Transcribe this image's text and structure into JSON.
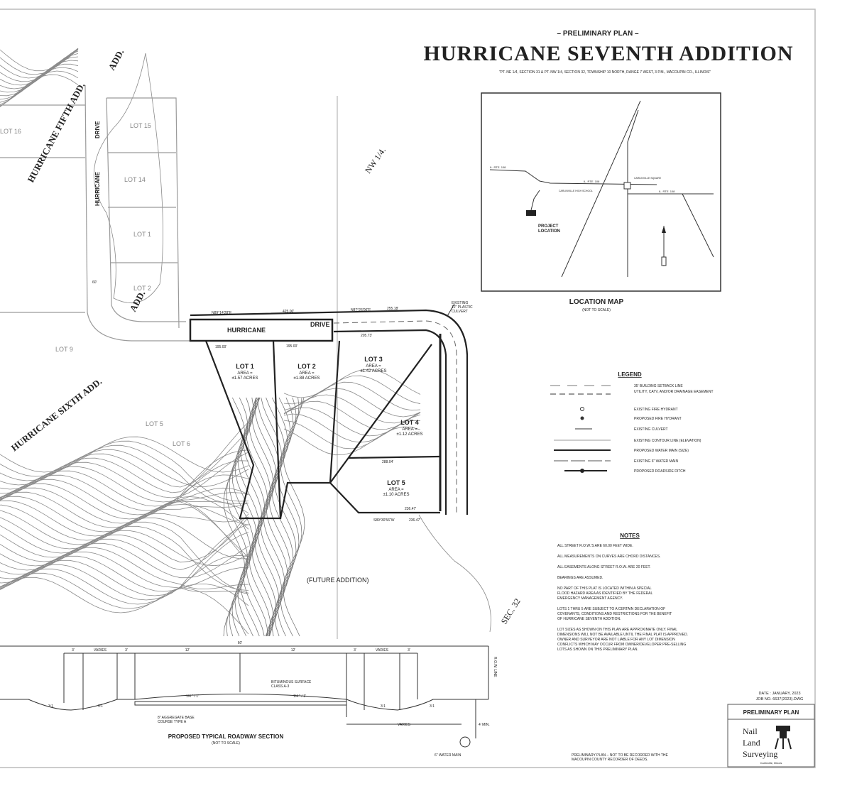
{
  "header": {
    "kicker": "– PRELIMINARY PLAN –",
    "title": "HURRICANE SEVENTH ADDITION",
    "subtitle": "\"PT. NE 1/4, SECTION 31 & PT. NW 1/4, SECTION 32, TOWNSHIP 10 NORTH, RANGE 7 WEST, 3 P.M., MACOUPIN CO., ILLINOIS\""
  },
  "plan": {
    "quarter_label": "NW 1/4.",
    "section_label": "SEC. 32",
    "fifth_add": "HURRICANE      FIFTH      ADD.",
    "sixth_add": "HURRICANE      SIXTH      ADD.",
    "fifth_add_tail": "ADD.",
    "sixth_add_tail": "ADD.",
    "drive_name_vertical": [
      "HURRICANE",
      "DRIVE"
    ],
    "drive_name_horizontal": [
      "HURRICANE",
      "DRIVE"
    ],
    "existing_lots": [
      "LOT 16",
      "LOT 15",
      "LOT 14",
      "LOT 1",
      "LOT 2",
      "LOT 9",
      "LOT 5",
      "LOT 6"
    ],
    "new_lots": [
      {
        "name": "LOT 1",
        "area_label": "AREA =",
        "area": "±1.57 ACRES"
      },
      {
        "name": "LOT 2",
        "area_label": "AREA =",
        "area": "±1.88 ACRES"
      },
      {
        "name": "LOT 3",
        "area_label": "AREA =",
        "area": "±1.42 ACRES"
      },
      {
        "name": "LOT 4",
        "area_label": "AREA =",
        "area": "±1.12 ACRES"
      },
      {
        "name": "LOT 5",
        "area_label": "AREA =",
        "area": "±1.10 ACRES"
      }
    ],
    "future_addition": "(FUTURE ADDITION)",
    "culvert_note": [
      "EXISTING",
      "12\" PLASTIC",
      "CULVERT"
    ],
    "dimensions": [
      "N89°14'28\"E",
      "425.00'",
      "N87°26'06\"E",
      "255.18'",
      "195.00'",
      "195.00'",
      "205.73'",
      "288.04'",
      "236.47'",
      "S89°30'56\"W",
      "236.47'",
      "60'"
    ]
  },
  "location_map": {
    "title": "LOCATION MAP",
    "subtitle": "(NOT TO SCALE)",
    "project_label": [
      "PROJECT",
      "LOCATION"
    ],
    "labels": [
      "IL. RTE. 108",
      "IL. RTE. 108",
      "IL. RTE. 108",
      "CARLINVILLE HIGH SCHOOL",
      "CARLINVILLE SQUARE"
    ]
  },
  "legend": {
    "title": "LEGEND",
    "items": [
      "35' BUILDING SETBACK LINE",
      "UTILITY, CATV, AND/OR DRAINAGE EASEMENT",
      "EXISTING FIRE HYDRANT",
      "PROPOSED FIRE HYDRANT",
      "EXISTING CULVERT",
      "EXISTING CONTOUR LINE (ELEVATION)",
      "PROPOSED WATER MAIN (SIZE)",
      "EXISTING 6\" WATER MAIN",
      "PROPOSED ROADSIDE DITCH"
    ]
  },
  "notes": {
    "title": "NOTES",
    "items": [
      [
        "ALL STREET R.O.W.'S ARE 60.00 FEET WIDE."
      ],
      [
        "ALL MEASUREMENTS ON CURVES ARE CHORD DISTANCES."
      ],
      [
        "ALL EASEMENTS ALONG STREET R.O.W. ARE 20 FEET."
      ],
      [
        "BEARINGS ARE ASSUMED."
      ],
      [
        "NO PART OF THIS PLAT IS LOCATED WITHIN A SPECIAL",
        "FLOOD HAZARD AREA AS IDENTIFIED BY THE FEDERAL",
        "EMERGENCY MANAGEMENT AGENCY."
      ],
      [
        "LOTS 1 THRU 5 ARE SUBJECT TO A CERTAIN DECLARATION OF",
        "COVENANTS, CONDITIONS AND RESTRICTIONS FOR THE BENEFIT",
        "OF HURRICANE SEVENTH ADDITION."
      ],
      [
        "LOT SIZES AS SHOWN ON THIS PLAN ARE APPROXIMATE ONLY.  FINAL",
        "DIMENSIONS WILL NOT BE AVAILABLE UNTIL THE FINAL PLAT IS APPROVED.",
        "OWNER AND SURVEYOR ARE NOT LIABLE FOR ANY LOT DIMENSION",
        "CONFLICTS WHICH MAY OCCUR FROM OWNER/DEVELOPER PRE-SELLING",
        "LOTS AS SHOWN ON THIS PRELIMINARY PLAN."
      ]
    ]
  },
  "roadway_section": {
    "title": "PROPOSED TYPICAL ROADWAY SECTION",
    "subtitle": "(NOT TO SCALE)",
    "overall": "60'",
    "segments": [
      "3'",
      "VARIES",
      "3'",
      "12'",
      "12'",
      "3'",
      "VARIES",
      "3'"
    ],
    "slopes": [
      "3:1",
      "3:1",
      "3:1",
      "3:1"
    ],
    "crown": [
      "1/4 \" / 1'",
      "1/4 \" / 1'"
    ],
    "surface_note": [
      "BITUMINOUS SURFACE",
      "CLASS A-3"
    ],
    "base_note": [
      "8\" AGGREGATE BASE",
      "COURSE TYPE A"
    ],
    "row_label": "R.O.W. LINE",
    "varies": "VARIES",
    "depth": "4' MIN.",
    "water_main": "6\" WATER MAIN"
  },
  "title_block": {
    "date": "DATE : JANUARY, 2023",
    "job": "JOB NO. 6637(2023).DWG",
    "plan_label": "PRELIMINARY PLAN",
    "company": [
      "Nail",
      "Land",
      "Surveying"
    ],
    "company_location": "Carlinville, Illinois",
    "recording_note": [
      "PRELIMINARY PLAN – NOT TO BE RECORDED WITH THE",
      "MACOUPIN COUNTY RECORDER OF DEEDS."
    ]
  }
}
